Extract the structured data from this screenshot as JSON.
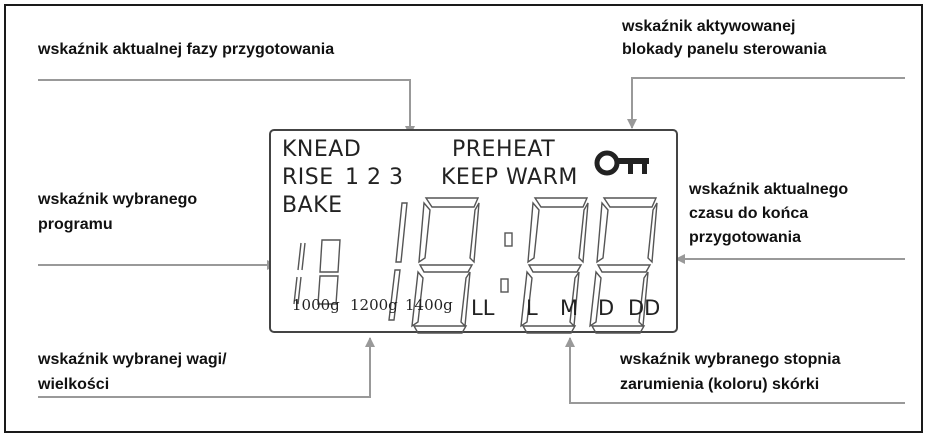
{
  "callouts": {
    "phase": "wskaźnik aktualnej fazy przygotowania",
    "lock_1": "wskaźnik aktywowanej",
    "lock_2": "blokady panelu sterowania",
    "program_1": "wskaźnik wybranego",
    "program_2": "programu",
    "time_1": "wskaźnik aktualnego",
    "time_2": "czasu do końca",
    "time_3": "przygotowania",
    "weight_1": "wskaźnik wybranej wagi/",
    "weight_2": "wielkości",
    "crust_1": "wskaźnik wybranego stopnia",
    "crust_2": "zarumienia (koloru) skórki"
  },
  "lcd": {
    "knead": "KNEAD",
    "rise": "RISE",
    "rise_nums": "1 2 3",
    "bake": "BAKE",
    "preheat": "PREHEAT",
    "keepwarm": "KEEP WARM",
    "weights": [
      "1000g",
      "1200g",
      "1400g"
    ],
    "crust": [
      "LL",
      "L",
      "M",
      "D",
      "DD"
    ]
  },
  "icons": {
    "lock": "key-icon"
  },
  "colors": {
    "line": "#999999",
    "ink": "#222222"
  }
}
